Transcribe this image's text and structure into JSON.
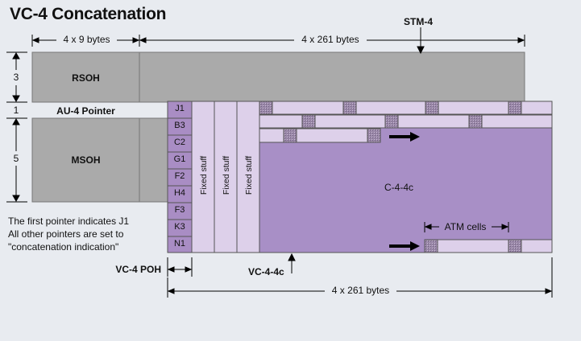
{
  "title": "VC-4 Concatenation",
  "stm_label": "STM-4",
  "dims": {
    "overhead_width": "4 x 9 bytes",
    "payload_width": "4 x 261 bytes",
    "rsoh_rows": "3",
    "pointer_rows": "1",
    "msoh_rows": "5",
    "bottom_width": "4 x 261 bytes"
  },
  "blocks": {
    "rsoh": "RSOH",
    "au4_pointer": "AU-4 Pointer",
    "msoh": "MSOH",
    "container": "C-4-4c",
    "atm_cells": "ATM cells"
  },
  "poh_bytes": [
    "J1",
    "B3",
    "C2",
    "G1",
    "F2",
    "H4",
    "F3",
    "K3",
    "N1"
  ],
  "fixed_stuff": [
    "Fixed stuff",
    "Fixed stuff",
    "Fixed stuff"
  ],
  "note": {
    "line1": "The first pointer indicates J1",
    "line2": "All other pointers are set to",
    "line3": "\"concatenation indication\""
  },
  "bottom_labels": {
    "vc4_poh": "VC-4 POH",
    "vc4_4c": "VC-4-4c"
  },
  "colors": {
    "background": "#e8ebf0",
    "overhead_gray": "#aaaaaa",
    "poh_purple": "#a98dc4",
    "fixed_stuff": "#ddd0ea",
    "container": "#a88fc6",
    "atm_strip": "#ddd0ea"
  }
}
